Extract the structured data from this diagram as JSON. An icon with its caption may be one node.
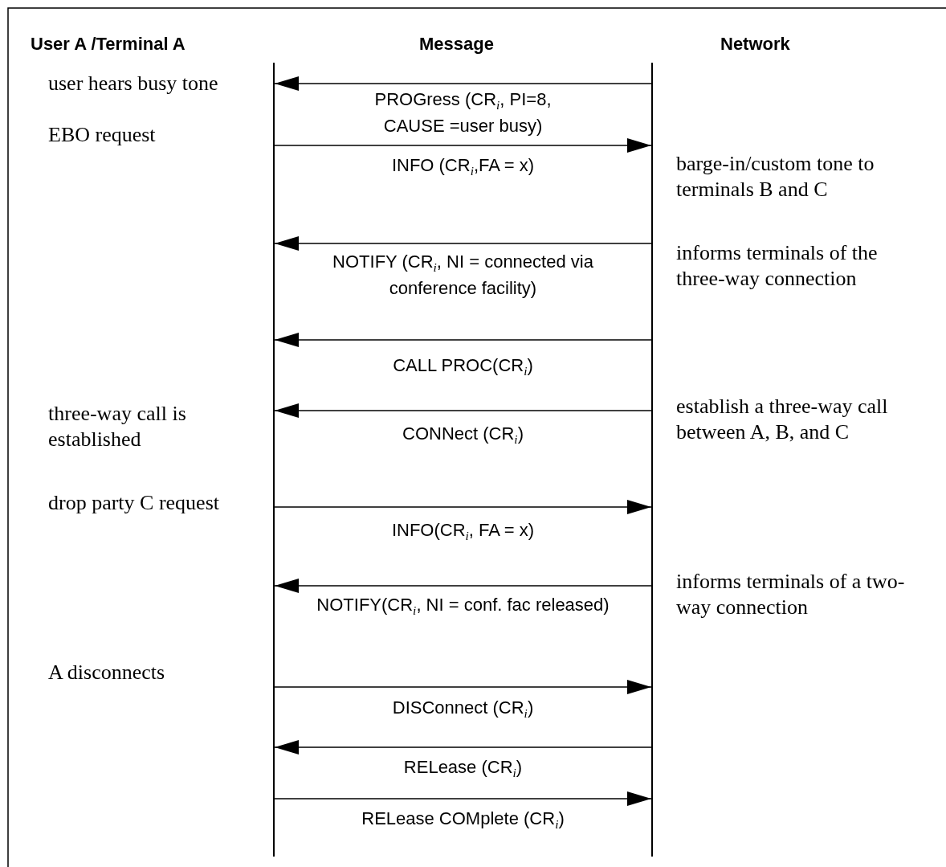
{
  "diagram": {
    "nodes": [
      {
        "text": [],
        "shape": "bar"
      },
      {
        "text": [],
        "shape": "bar"
      }
    ],
    "edges": [
      {
        "from": 1,
        "to": 0,
        "arrow": "to",
        "label": "PROGress (CR$_{i}$, PI=8, CAUSE =user busy)"
      },
      {
        "from": 0,
        "to": 1,
        "arrow": "to",
        "label": "INFO (CR$_{i}$,FA = x)"
      },
      {
        "from": 1,
        "to": 0,
        "arrow": "to",
        "label": "NOTIFY (CR$_{i}$, NI = connected via conference facility)"
      },
      {
        "from": 1,
        "to": 0,
        "arrow": "to",
        "label": "CALL PROC(CR$_{i}$)"
      },
      {
        "from": 1,
        "to": 0,
        "arrow": "to",
        "label": "CONNect (CR$_{i}$)"
      },
      {
        "from": 0,
        "to": 1,
        "arrow": "to",
        "label": "INFO(CR$_{i}$, FA = x)"
      },
      {
        "from": 1,
        "to": 0,
        "arrow": "to",
        "label": "NOTIFY(CR$_{i}$, NI = conf. fac released)"
      },
      {
        "from": 0,
        "to": 1,
        "arrow": "to",
        "label": "DISConnect (CR$_{i}$)"
      },
      {
        "from": 1,
        "to": 0,
        "arrow": "to",
        "label": "RELease (CR$_{i}$)"
      },
      {
        "from": 0,
        "to": 1,
        "arrow": "to",
        "label": "RELease COMplete (CR$_{i}$)"
      }
    ],
    "labels": [
      "User A /Terminal A",
      "Message",
      "Network",
      "user hears busy tone",
      "EBO request",
      "barge-in/custom tone to terminals B and C",
      "informs terminals of the three-way connection",
      "three-way call is established",
      "establish a three-way call between A, B, and C",
      "drop party C request",
      "informs terminals of a two-way connection",
      "A disconnects"
    ]
  }
}
